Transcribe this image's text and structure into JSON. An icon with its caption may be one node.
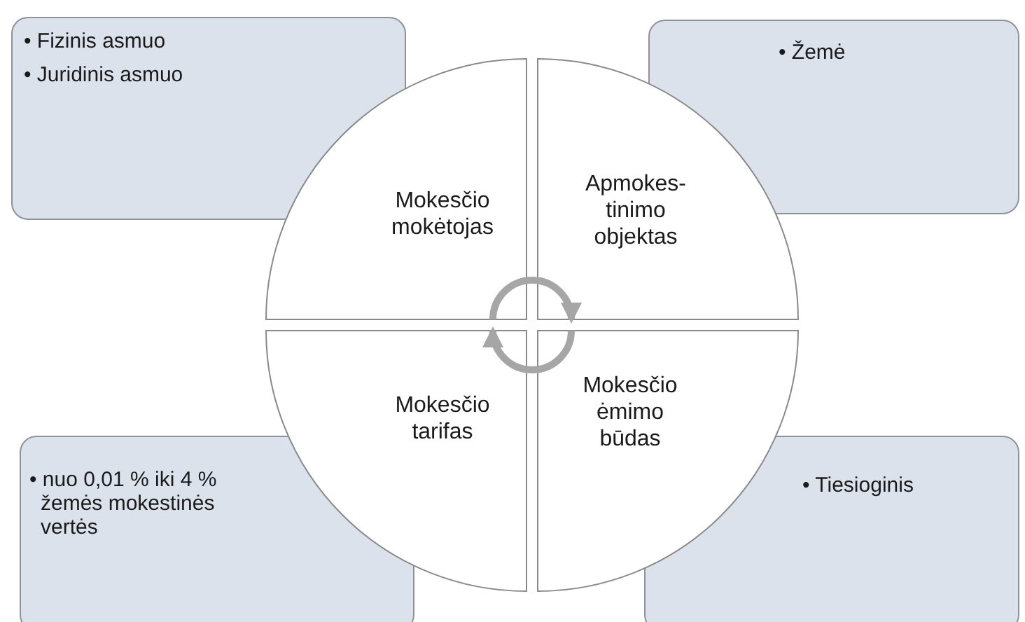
{
  "diagram": {
    "nodes": [
      {
        "text": [
          "• Fizinis asmuo",
          "• Juridinis asmuo"
        ]
      },
      {
        "text": [
          "Mokesčio mokėtojas"
        ]
      },
      {
        "text": [
          "Apmokes- tinimo objektas"
        ]
      },
      {
        "text": [
          "• Žemė"
        ]
      },
      {
        "text": [
          "• nuo 0,01 % iki 4  % žemės mokestinės vertės"
        ]
      },
      {
        "text": [
          "Mokesčio tarifas"
        ]
      },
      {
        "text": [
          "Mokesčio ėmimo būdas"
        ]
      },
      {
        "text": [
          "• Tiesioginis"
        ]
      }
    ],
    "edges": [
      {
        "from": 1,
        "to": 2,
        "arrow": "to"
      },
      {
        "from": 6,
        "to": 5,
        "arrow": "to"
      }
    ]
  }
}
